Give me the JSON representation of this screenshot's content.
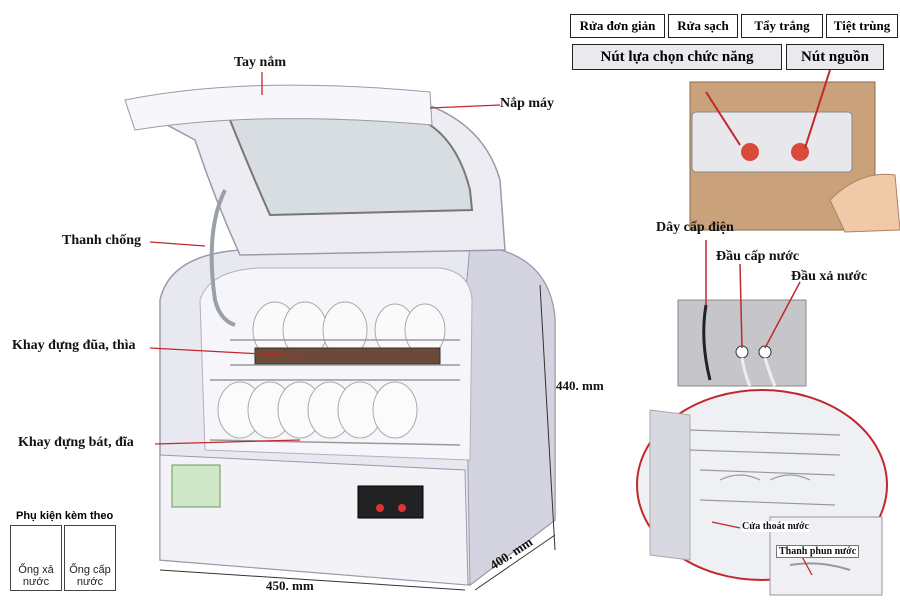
{
  "labels": {
    "handle": "Tay nắm",
    "lid": "Nắp máy",
    "support_bar": "Thanh chống",
    "cutlery_tray": "Khay đựng đũa, thìa",
    "dish_tray": "Khay đựng bát, đĩa"
  },
  "dimensions": {
    "height": "440. mm",
    "width": "450. mm",
    "depth": "400. mm"
  },
  "modes": [
    "Rửa đơn giản",
    "Rửa sạch",
    "Tẩy trắng",
    "Tiệt trùng"
  ],
  "panel": {
    "function_button": "Nút lựa chọn chức năng",
    "power_button": "Nút nguồn"
  },
  "connections": {
    "power_cord": "Dây cấp điện",
    "water_inlet": "Đầu cấp nước",
    "water_outlet": "Đầu xả nước"
  },
  "interior": {
    "drain_door": "Cửa  thoát nước",
    "spray_arm": "Thanh phun nước"
  },
  "accessories": {
    "title": "Phụ kiện kèm theo",
    "items": [
      "Ống xả\nnước",
      "Ống cấp\nnước"
    ]
  },
  "colors": {
    "callout_line": "#c0282d",
    "machine_body": "#e6e6ee",
    "panel_gold": "#c9a27c"
  }
}
